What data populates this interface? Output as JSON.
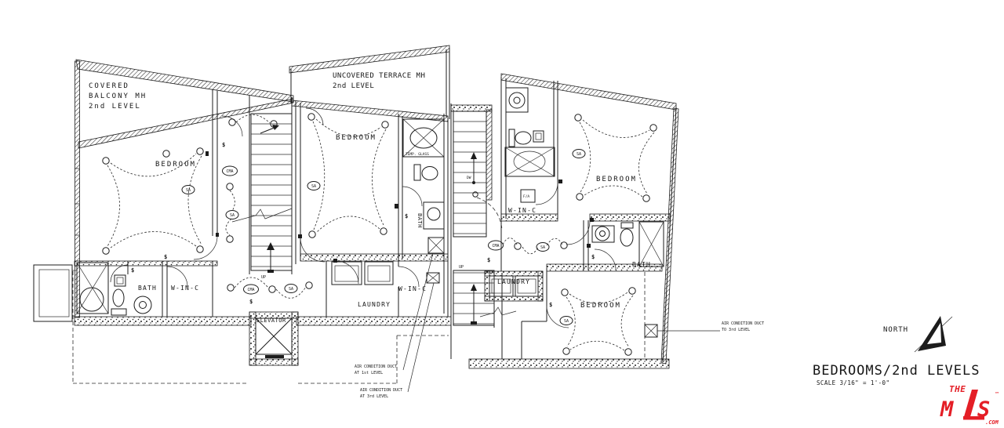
{
  "canvas": {
    "bg": "#ffffff",
    "ink": "#1c1c1c",
    "logo_red": "#e41e26"
  },
  "areas": {
    "covered_balcony": [
      "COVERED",
      "BALCONY MH",
      "2nd LEVEL"
    ],
    "uncovered_terrace": [
      "UNCOVERED TERRACE MH",
      "2nd LEVEL"
    ]
  },
  "rooms": {
    "bedroom": "BEDROOM",
    "bath": "BATH",
    "w_in_c": "W-IN-C",
    "laundry": "LAUNDRY",
    "elevator": "ELEVATOR"
  },
  "symbols": {
    "sa": "SA",
    "cma": "CMA",
    "switch": "$",
    "temp_glass": "TEMP. GLASS",
    "up": "UP",
    "dw": "DW",
    "fa": "F/A"
  },
  "annotations": {
    "ac_duct_1st": [
      "AIR CONDITION DUCT",
      "AT 1st LEVEL"
    ],
    "ac_duct_3rd": [
      "AIR CONDITION DUCT",
      "AT 3rd LEVEL"
    ],
    "ac_duct_to_3rd": [
      "AIR CONDITION DUCT",
      "TO 3rd LEVEL"
    ]
  },
  "title_block": {
    "north": "NORTH",
    "title": "BEDROOMS/2nd LEVELS",
    "scale": "SCALE 3/16\" = 1'-0\""
  },
  "logo": {
    "the": "THE",
    "m": "M",
    "s": "S",
    "tm": "™",
    "com": ".COM"
  }
}
